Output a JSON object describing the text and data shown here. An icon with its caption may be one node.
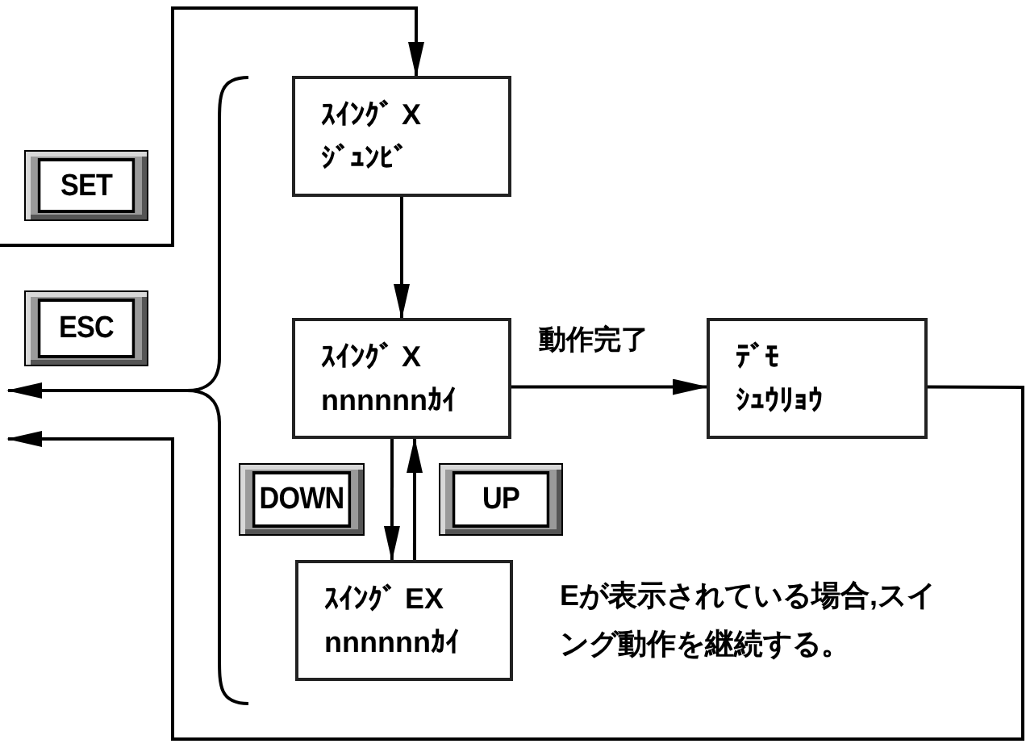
{
  "diagram": {
    "nodes": [
      {
        "text": [
          "ｽｲﾝｸﾞ X",
          "ｼﾞｭﾝﾋﾞ"
        ]
      },
      {
        "text": [],
        "shape": "bracket"
      },
      {
        "text": [
          "ｽｲﾝｸﾞ X",
          "nnnnnnｶｲ"
        ]
      },
      {
        "text": [
          "ﾃﾞﾓ",
          "ｼｭｳﾘｮｳ"
        ]
      },
      {
        "text": [
          "ｽｲﾝｸﾞ EX",
          "nnnnnnｶｲ"
        ]
      }
    ],
    "edges": [
      {
        "from": 0,
        "to": 2,
        "arrow": "to"
      },
      {
        "from": 2,
        "to": 3,
        "arrow": "to",
        "label": "動作完了"
      },
      {
        "from": 2,
        "to": 4,
        "arrow": "to",
        "label": "DOWN"
      },
      {
        "from": 4,
        "to": 2,
        "arrow": "to",
        "label": "UP"
      },
      {
        "from": null,
        "to": 0,
        "arrow": "to",
        "label": "SET"
      },
      {
        "from": 1,
        "to": null,
        "arrow": "to",
        "label": "ESC"
      },
      {
        "from": 3,
        "to": null,
        "arrow": "to"
      }
    ],
    "labels": [
      "Eが表示されている場合,スイング動作を継続する。"
    ]
  }
}
